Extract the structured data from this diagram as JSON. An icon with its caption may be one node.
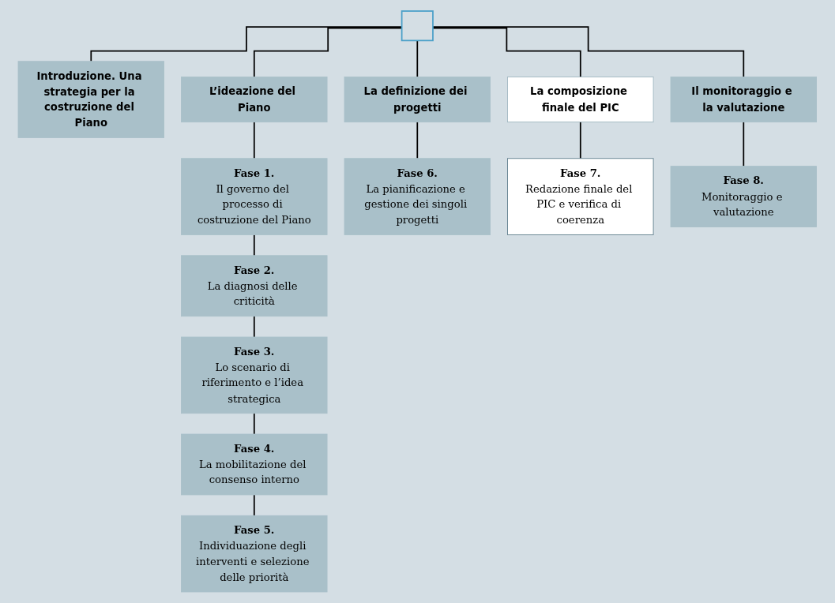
{
  "diagram": {
    "nodes": [
      {
        "text": [],
        "shape": "box"
      },
      {
        "text": [
          "Introduzione. Una strategia per la costruzione del Piano"
        ]
      },
      {
        "text": [
          "L’ideazione del Piano"
        ]
      },
      {
        "text": [
          "La definizione dei progetti"
        ]
      },
      {
        "text": [
          "La composizione finale del PIC"
        ]
      },
      {
        "text": [
          "Il monitoraggio e la valutazione"
        ]
      },
      {
        "text": [
          "Fase 1.",
          "Il governo del processo di costruzione del Piano"
        ]
      },
      {
        "text": [
          "Fase 2.",
          "La diagnosi delle criticità"
        ]
      },
      {
        "text": [
          "Fase 3.",
          "Lo scenario di riferimento e l’idea strategica"
        ]
      },
      {
        "text": [
          "Fase 4.",
          "La mobilitazione del consenso interno"
        ]
      },
      {
        "text": [
          "Fase 5.",
          "Individuazione degli interventi e selezione delle priorità"
        ]
      },
      {
        "text": [
          "Fase 6.",
          "La pianificazione e gestione dei singoli progetti"
        ]
      },
      {
        "text": [
          "Fase 7.",
          "Redazione finale del PIC e verifica di coerenza"
        ]
      },
      {
        "text": [
          "Fase 8.",
          "Monitoraggio e valutazione"
        ]
      }
    ],
    "edges": [
      {
        "from": 0,
        "to": 1,
        "arrow": "none"
      },
      {
        "from": 0,
        "to": 2,
        "arrow": "none"
      },
      {
        "from": 0,
        "to": 3,
        "arrow": "none"
      },
      {
        "from": 0,
        "to": 4,
        "arrow": "none"
      },
      {
        "from": 0,
        "to": 5,
        "arrow": "none"
      },
      {
        "from": 2,
        "to": 6,
        "arrow": "none"
      },
      {
        "from": 6,
        "to": 7,
        "arrow": "none"
      },
      {
        "from": 7,
        "to": 8,
        "arrow": "none"
      },
      {
        "from": 8,
        "to": 9,
        "arrow": "none"
      },
      {
        "from": 9,
        "to": 10,
        "arrow": "none"
      },
      {
        "from": 3,
        "to": 11,
        "arrow": "none"
      },
      {
        "from": 4,
        "to": 12,
        "arrow": "none"
      },
      {
        "from": 5,
        "to": 13,
        "arrow": "none"
      }
    ]
  }
}
